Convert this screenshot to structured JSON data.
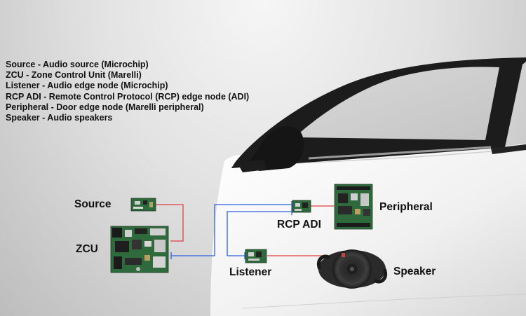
{
  "legend": [
    "Source - Audio source (Microchip)",
    "ZCU - Zone Control Unit (Marelli)",
    "Listener - Audio edge node (Microchip)",
    "RCP ADI - Remote Control Protocol (RCP) edge node (ADI)",
    "Peripheral - Door edge node (Marelli peripheral)",
    "Speaker - Audio speakers"
  ],
  "labels": {
    "source": "Source",
    "zcu": "ZCU",
    "listener": "Listener",
    "rcp_adi": "RCP ADI",
    "peripheral": "Peripheral",
    "speaker": "Speaker"
  },
  "colors": {
    "power_line": "#e04040",
    "data_line": "#3060e0",
    "pcb": "#2f6a3c",
    "background": "#e2e2e2",
    "door": "#f2f2f2",
    "window_frame": "#1a1a1a"
  }
}
